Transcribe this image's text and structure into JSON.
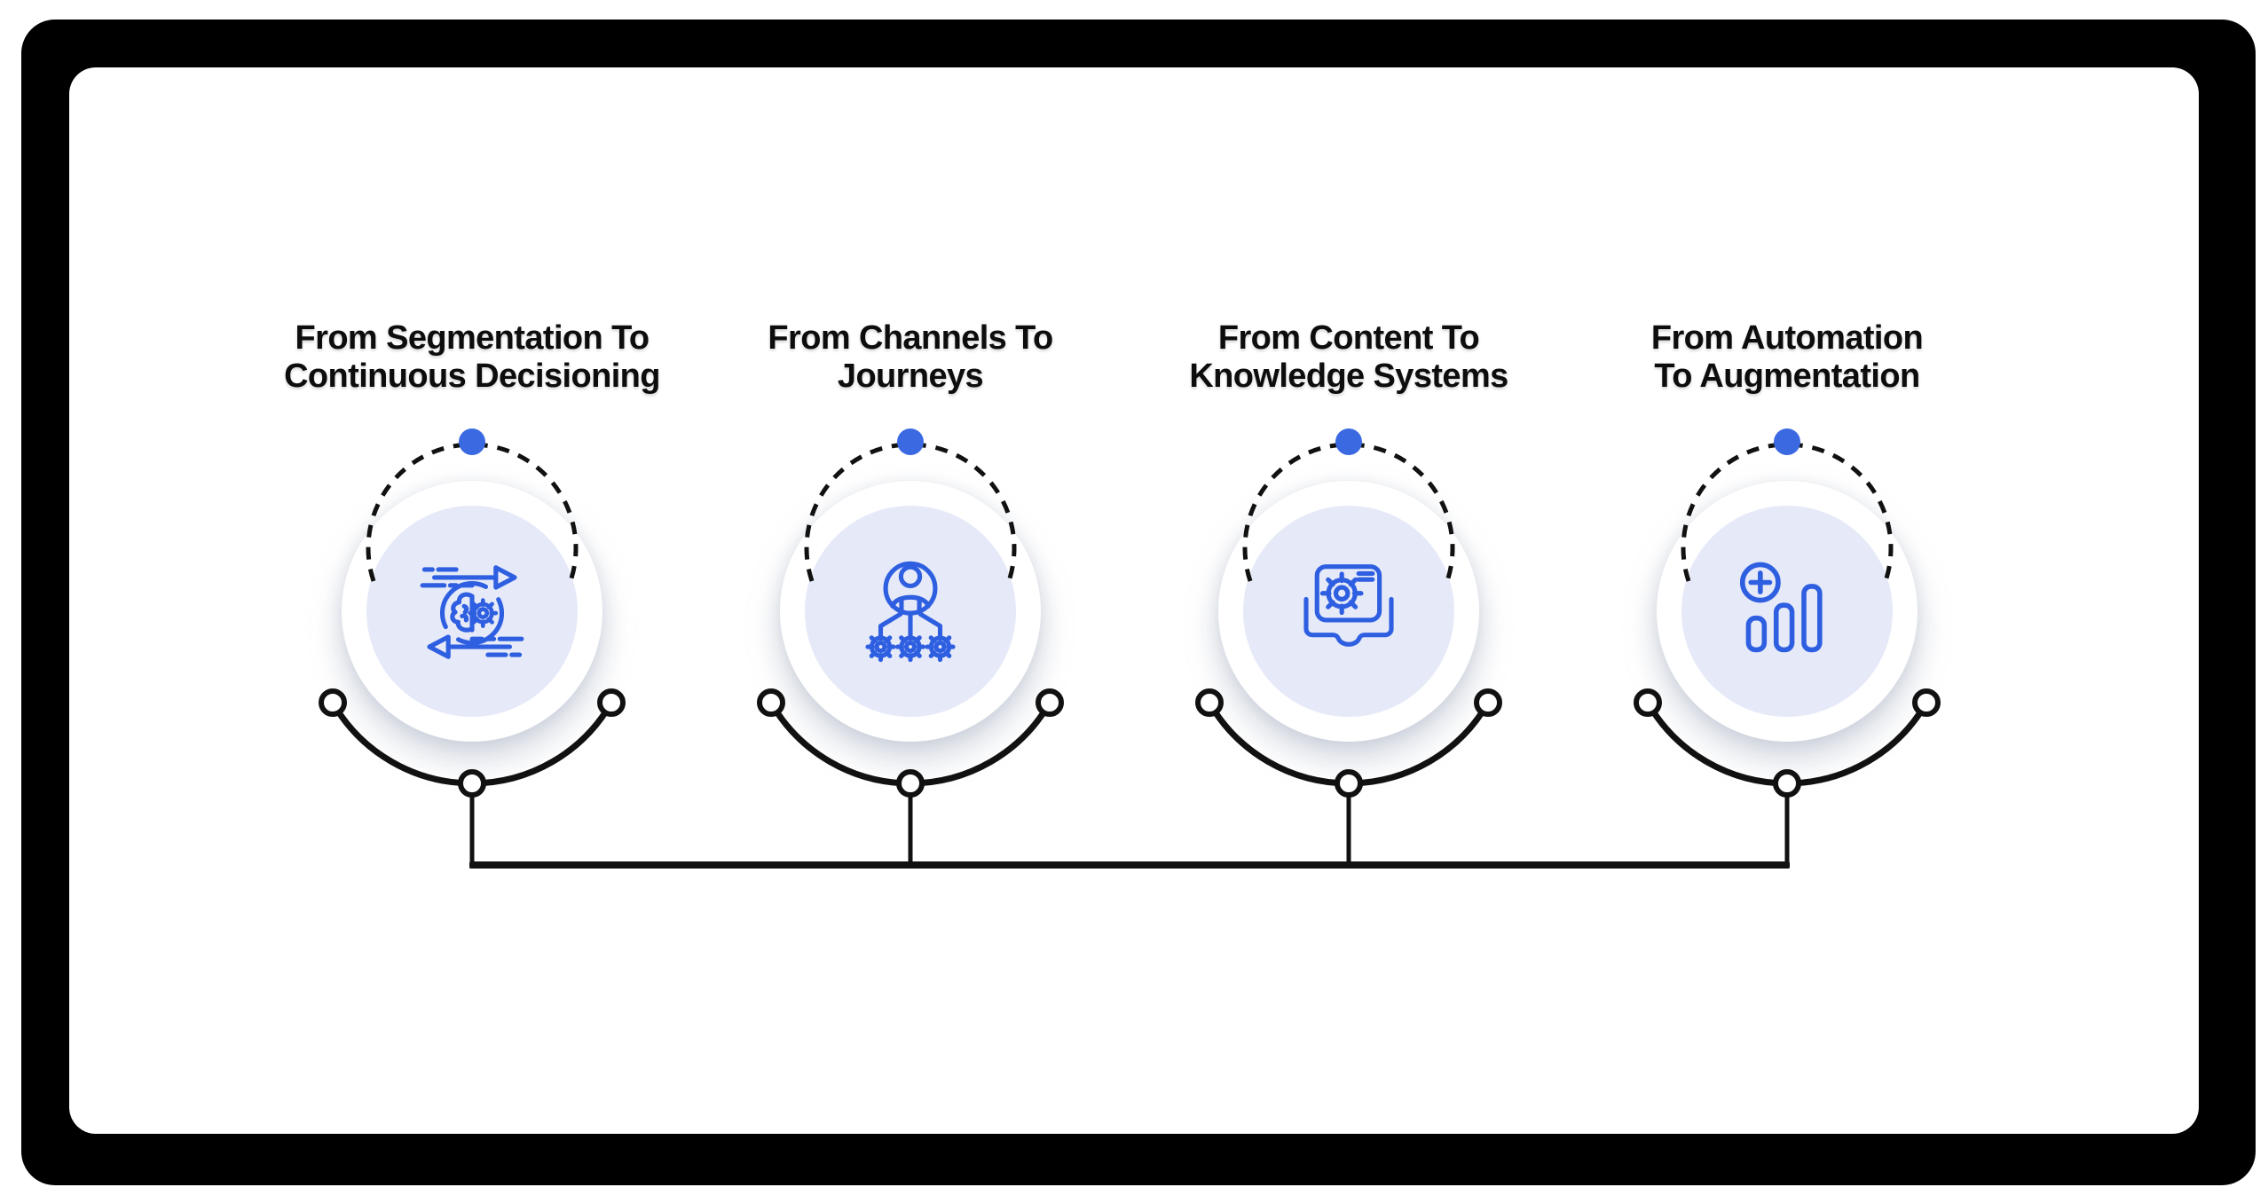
{
  "diagram": {
    "type": "process-infographic",
    "items": [
      {
        "title": "From Segmentation To\nContinuous Decisioning",
        "icon": "brain-gear-cycle-icon"
      },
      {
        "title": "From Channels To\nJourneys",
        "icon": "person-gears-icon"
      },
      {
        "title": "From Content To\nKnowledge Systems",
        "icon": "screen-gear-tray-icon"
      },
      {
        "title": "From Automation\nTo Augmentation",
        "icon": "plus-bar-chart-icon"
      }
    ]
  },
  "colors": {
    "accent_blue": "#3b69e1",
    "icon_blue": "#2f5fe1",
    "circle_fill": "#e6eaf8",
    "line_black": "#111111",
    "frame_black": "#000000",
    "title_color": "#0d0d0d",
    "background": "#ffffff"
  }
}
